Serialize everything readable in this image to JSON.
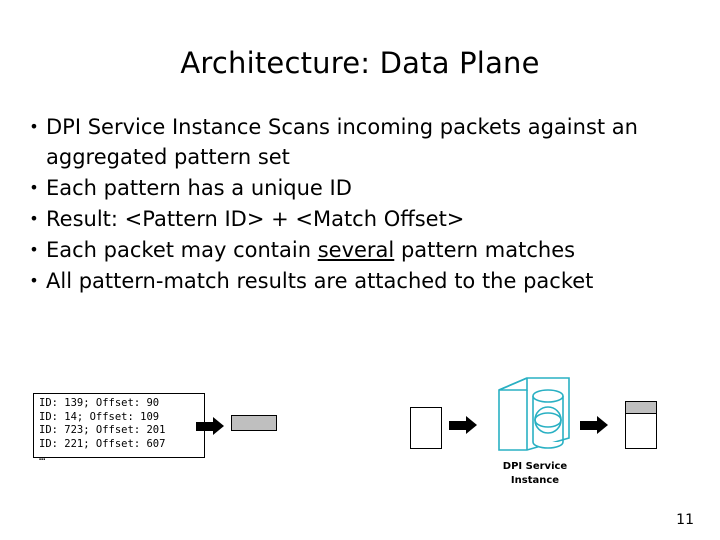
{
  "slide": {
    "title": "Architecture: Data Plane",
    "page_number": "11",
    "bullets": [
      {
        "mark": "•",
        "html": "DPI Service Instance Scans incoming packets against an aggregated pattern set"
      },
      {
        "mark": "•",
        "html": "Each pattern has a unique ID"
      },
      {
        "mark": "•",
        "html": "Result: &lt;Pattern ID&gt; + &lt;Match Offset&gt;"
      },
      {
        "mark": "•",
        "html": "Each packet may contain <u>several</u> pattern matches"
      },
      {
        "mark": "•",
        "html": "All pattern-match results are attached to the packet"
      }
    ],
    "diagram": {
      "code_box": "ID: 139; Offset: 90\nID: 14; Offset: 109\nID: 723; Offset: 201\nID: 221; Offset: 607\n…",
      "service_label_line1": "DPI Service",
      "service_label_line2": "Instance",
      "shape_outline_color": "#29b0c3",
      "header_fill_color": "#bfbfbf",
      "arrow_color": "#000000"
    }
  }
}
